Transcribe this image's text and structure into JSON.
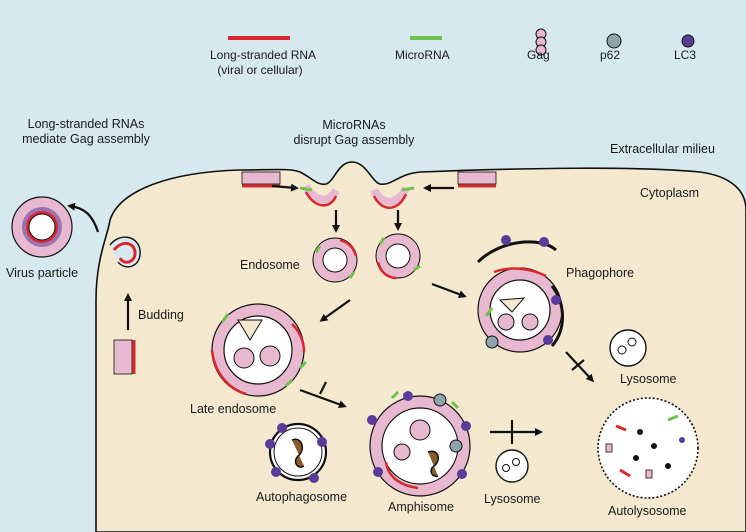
{
  "legend": {
    "long_rna": "Long-stranded RNA",
    "long_rna_sub": "(viral or cellular)",
    "microrna": "MicroRNA",
    "gag": "Gag",
    "p62": "p62",
    "lc3": "LC3"
  },
  "annotations": {
    "long_rna_mediate_1": "Long-stranded RNAs",
    "long_rna_mediate_2": "mediate Gag assembly",
    "microrna_disrupt_1": "MicroRNAs",
    "microrna_disrupt_2": "disrupt Gag assembly",
    "extracellular": "Extracellular milieu",
    "cytoplasm": "Cytoplasm"
  },
  "labels": {
    "virus_particle": "Virus particle",
    "budding": "Budding",
    "endosome": "Endosome",
    "late_endosome": "Late endosome",
    "autophagosome": "Autophagosome",
    "amphisome": "Amphisome",
    "lysosome_bottom": "Lysosome",
    "phagophore": "Phagophore",
    "lysosome_right": "Lysosome",
    "autolysosome": "Autolysosome"
  },
  "colors": {
    "extracellular_bg": "#d6e9ef",
    "cytoplasm_bg": "#f4e8cf",
    "long_rna": "#d8272d",
    "microrna": "#6cc24a",
    "gag": "#e7b8cf",
    "p62": "#8fa3ab",
    "lc3": "#5a3b9a"
  }
}
